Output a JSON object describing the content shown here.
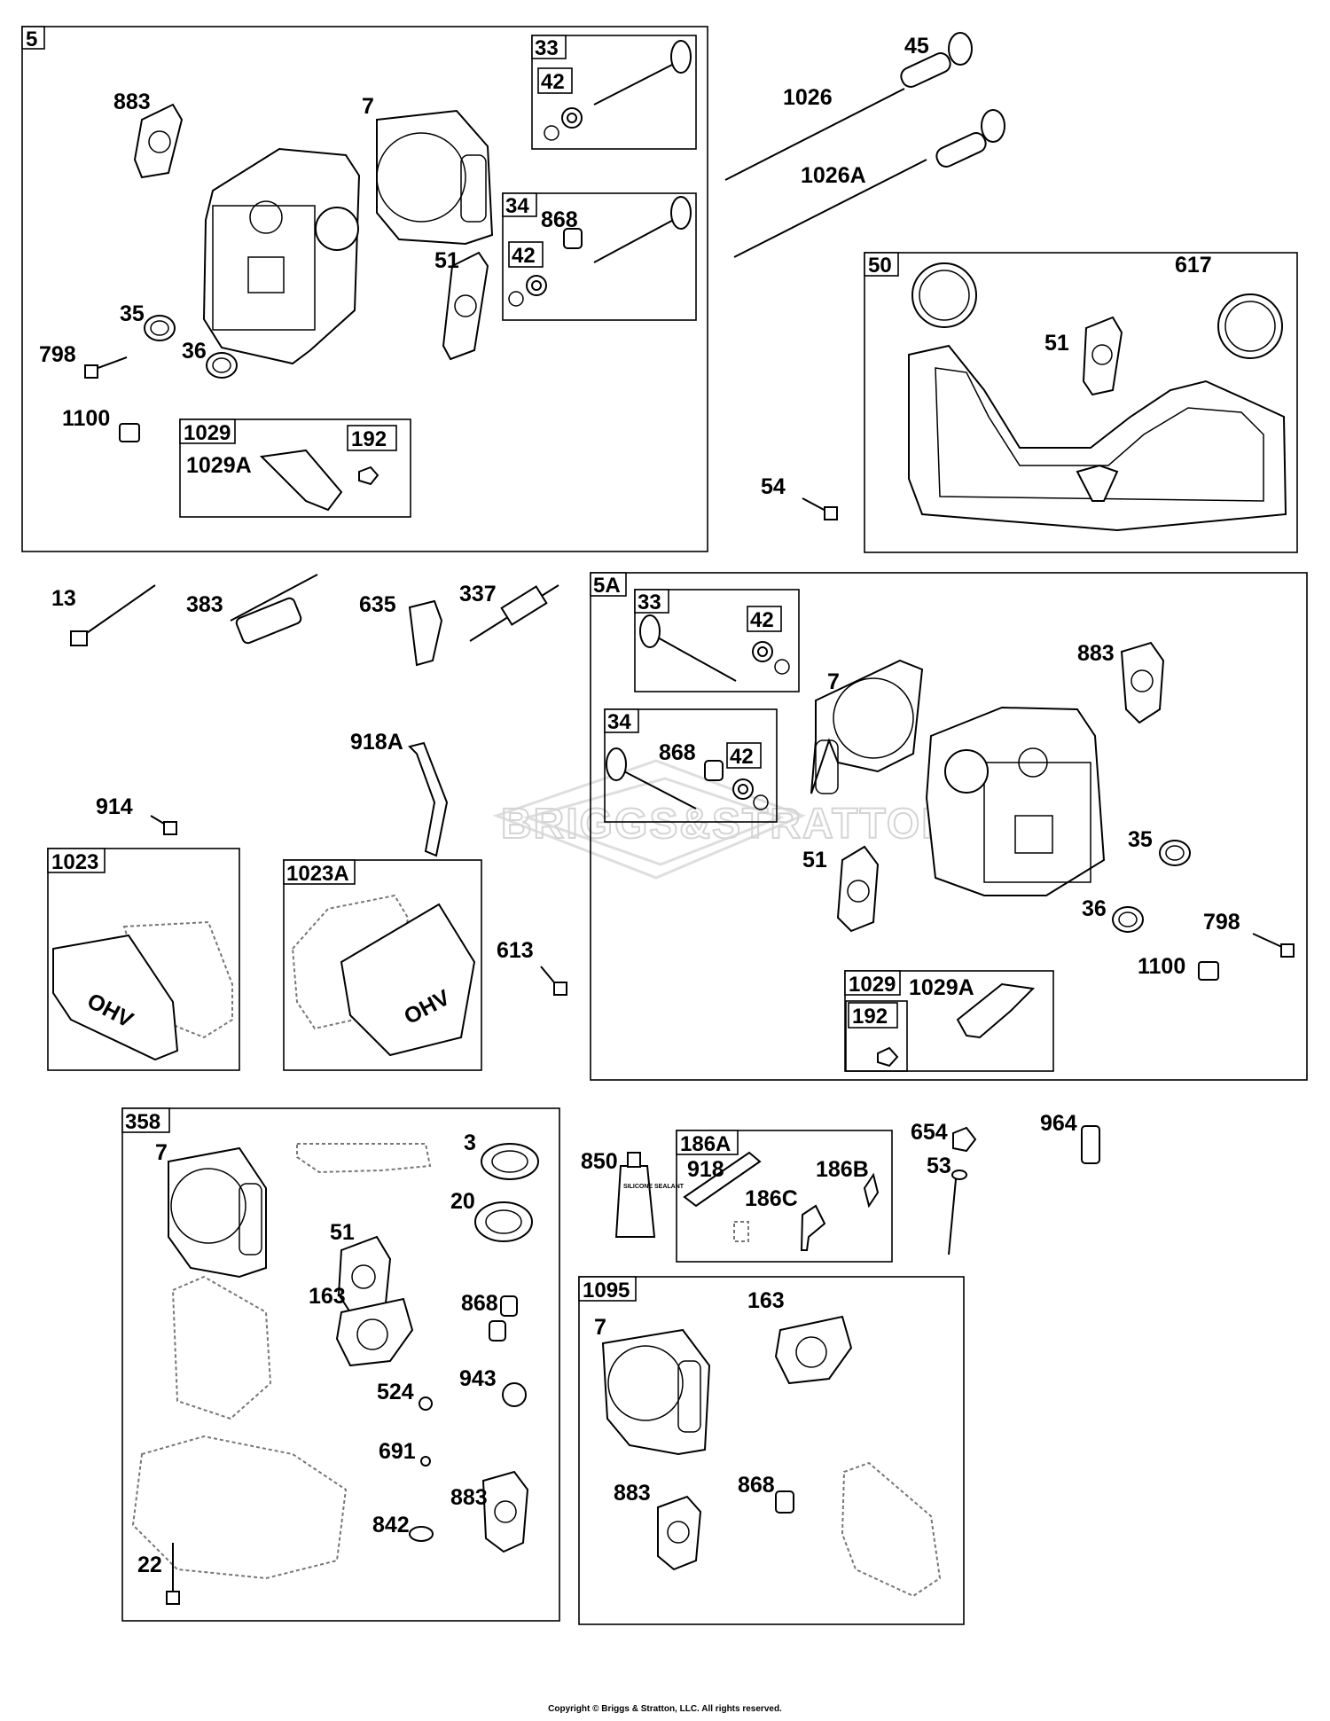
{
  "watermark": "BRIGGS&STRATTON",
  "copyright": "Copyright © Briggs & Stratton, LLC. All rights reserved.",
  "tube_text": "SILICONE SEALANT",
  "cover_text": "OHV",
  "boxes": [
    {
      "id": "5",
      "label": "5"
    },
    {
      "id": "33a",
      "label": "33"
    },
    {
      "id": "42a",
      "label": "42"
    },
    {
      "id": "34a",
      "label": "34"
    },
    {
      "id": "42b",
      "label": "42"
    },
    {
      "id": "1029a",
      "label": "1029"
    },
    {
      "id": "192a",
      "label": "192"
    },
    {
      "id": "50",
      "label": "50"
    },
    {
      "id": "5A",
      "label": "5A"
    },
    {
      "id": "33b",
      "label": "33"
    },
    {
      "id": "42c",
      "label": "42"
    },
    {
      "id": "34b",
      "label": "34"
    },
    {
      "id": "42d",
      "label": "42"
    },
    {
      "id": "1029b",
      "label": "1029"
    },
    {
      "id": "192b",
      "label": "192"
    },
    {
      "id": "1023",
      "label": "1023"
    },
    {
      "id": "1023A",
      "label": "1023A"
    },
    {
      "id": "358",
      "label": "358"
    },
    {
      "id": "186A",
      "label": "186A"
    },
    {
      "id": "1095",
      "label": "1095"
    }
  ],
  "callouts": [
    "883",
    "7",
    "35",
    "798",
    "36",
    "1100",
    "1029A",
    "51",
    "868",
    "45",
    "1026",
    "1026A",
    "617",
    "51",
    "54",
    "13",
    "383",
    "635",
    "337",
    "918A",
    "914",
    "613",
    "7",
    "883",
    "868",
    "51",
    "35",
    "36",
    "798",
    "1100",
    "1029A",
    "7",
    "3",
    "20",
    "51",
    "163",
    "868",
    "524",
    "943",
    "691",
    "883",
    "842",
    "22",
    "850",
    "918",
    "186B",
    "186C",
    "654",
    "53",
    "964",
    "7",
    "163",
    "883",
    "868"
  ]
}
